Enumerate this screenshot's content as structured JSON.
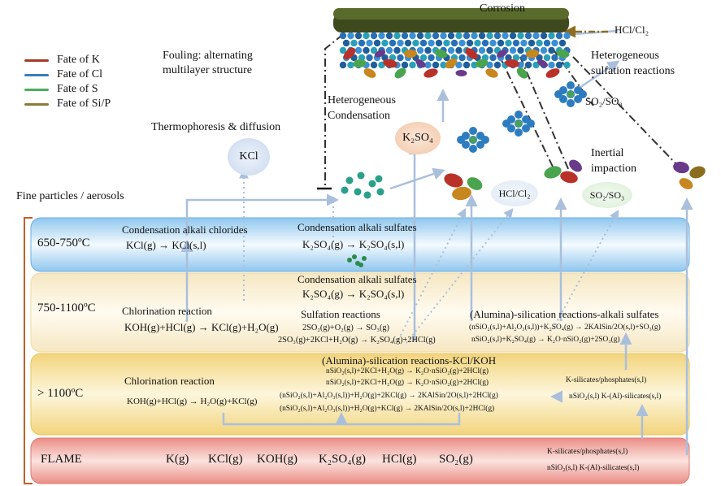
{
  "legend": [
    {
      "label": "Fate of K",
      "color": "#a33a2a"
    },
    {
      "label": "Fate of Cl",
      "color": "#3a7dbd"
    },
    {
      "label": "Fate of S",
      "color": "#4fae58"
    },
    {
      "label": "Fate of Si/P",
      "color": "#8c7a3a"
    }
  ],
  "top": {
    "corrosion": "Corrosion",
    "hcl_cl2_top": "HCl/Cl₂",
    "hetero_sulfation": [
      "Heterogeneous",
      "sulfation reactions"
    ],
    "fouling": [
      "Fouling: alternating",
      "multilayer structure"
    ],
    "hetero_condensation": [
      "Heterogeneous",
      "Condensation"
    ],
    "so2_so3_top": "SO₂/SO₃",
    "thermophoresis": "Thermophoresis & diffusion",
    "k2so4": "K₂SO₄",
    "kcl_bubble": "KCl",
    "inertial": [
      "Inertial",
      "impaction"
    ],
    "hcl_cl2_mid": "HCl/Cl₂",
    "so2_so3_mid": "SO₂/SO₃",
    "fine_particles": "Fine particles / aerosols"
  },
  "zones": {
    "z1": {
      "label": "650-750ºC",
      "cond_chlorides_title": "Condensation alkali chlorides",
      "cond_chlorides_eq": "KCl(g) → KCl(s,l)",
      "cond_sulfates_title": "Condensation alkali sulfates",
      "cond_sulfates_eq": "K₂SO₄(g) → K₂SO₄(s,l)"
    },
    "z2": {
      "label": "750-1100ºC",
      "cond_sulfates_title": "Condensation alkali sulfates",
      "cond_sulfates_eq": "K₂SO₄(g) → K₂SO₄(s,l)",
      "chlorination_title": "Chlorination reaction",
      "chlorination_eq": "KOH(g)+HCl(g) → KCl(g)+H₂O(g)",
      "sulfation_title": "Sulfation reactions",
      "sulfation_eq1": "2SO₂(g)+O₂(g) → SO₃(g)",
      "sulfation_eq2": "2SO₃(g)+2KCl+H₂O(g) → K₂SO₄(g)+2HCl(g)",
      "alumina_title": "(Alumina)-silication reactions-alkali sulfates",
      "alumina_eq1": "(nSiO₂(s,l)+Al₂O₃(s,l))+K₂SO₄(g) → 2KAlSin/2O(s,l)+SO₃(g)",
      "alumina_eq2": "nSiO₂(s,l)+K₂SO₄(g) → K₂O·nSiO₂(g)+2SO₃(g)"
    },
    "z3": {
      "label": "> 1100ºC",
      "chlorination_title": "Chlorination reaction",
      "chlorination_eq": "KOH(g)+HCl(g) → H₂O(g)+KCl(g)",
      "alumina_title": "(Alumina)-silication reactions-KCl/KOH",
      "eq1": "nSiO₂(s,l)+2KCl+H₂O(g) → K₂O·nSiO₂(g)+2HCl(g)",
      "eq2": "nSiO₂(s,l)+2KCl+H₂O(g) → K₂O·nSiO₂(g)+2HCl(g)",
      "eq3": "(nSiO₂(s,l)+Al₂O₃(s,l))+H₂O(g)+2KCl(g) → 2KAlSin/2O(s,l)+2HCl(g)",
      "eq4": "(nSiO₂(s,l)+Al₂O₃(s,l))+H₂O(g)+KCl(g) → 2KAlSin/2O(s,l)+2HCl(g)",
      "k_silicates": "K-silicates/phosphates(s,l)",
      "nsio2": "nSiO₂(s,l) K-(Al)-silicates(s,l)"
    },
    "flame": {
      "label": "FLAME",
      "species": [
        "K(g)",
        "KCl(g)",
        "KOH(g)",
        "K₂SO₄(g)",
        "HCl(g)",
        "SO₂(g)"
      ],
      "k_silicates": "K-silicates/phosphates(s,l)",
      "nsio2": "nSiO₂(s,l) K-(Al)-silicates(s,l)"
    }
  }
}
